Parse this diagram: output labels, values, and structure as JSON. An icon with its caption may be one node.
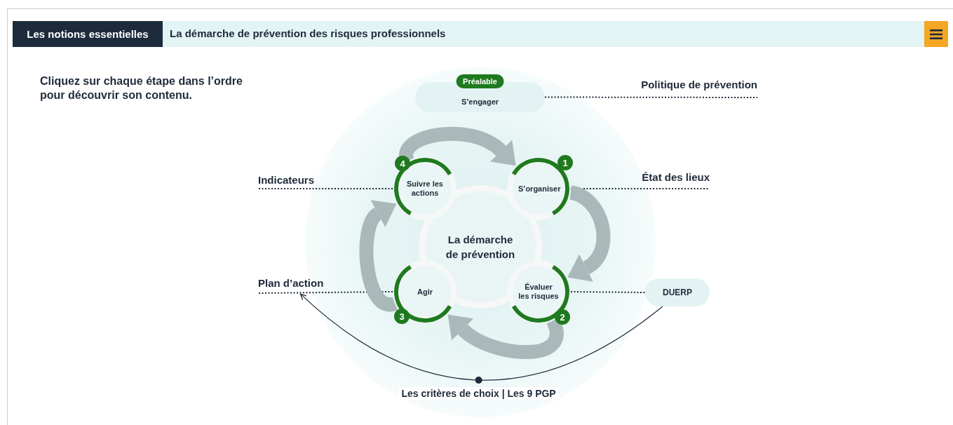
{
  "diagram": {
    "title": "La démarche de prévention des risques professionnels",
    "nodes": [
      {
        "text": [
          "Préalable",
          "S’engager"
        ]
      },
      {
        "text": [
          "Politique de prévention"
        ]
      },
      {
        "text": [
          "La démarche de prévention"
        ]
      },
      {
        "text": [
          "S’organiser"
        ],
        "beside": [
          "1"
        ]
      },
      {
        "text": [
          "Évaluer les risques"
        ],
        "beside": [
          "2"
        ]
      },
      {
        "text": [
          "Agir"
        ],
        "beside": [
          "3"
        ]
      },
      {
        "text": [
          "Suivre les actions"
        ],
        "beside": [
          "4"
        ]
      },
      {
        "text": [
          "État des lieux"
        ]
      },
      {
        "text": [
          "Indicateurs"
        ]
      },
      {
        "text": [
          "Plan d’action"
        ]
      },
      {
        "text": [
          "DUERP"
        ]
      }
    ],
    "edges": [
      {
        "from": 0,
        "to": 1,
        "arrow": "none",
        "style": "dashed"
      },
      {
        "from": 3,
        "to": 7,
        "arrow": "none",
        "style": "dashed"
      },
      {
        "from": 6,
        "to": 8,
        "arrow": "none",
        "style": "dashed"
      },
      {
        "from": 5,
        "to": 9,
        "arrow": "none",
        "style": "dashed"
      },
      {
        "from": 4,
        "to": 10,
        "arrow": "none",
        "style": "dashed"
      },
      {
        "from": 10,
        "to": 9,
        "arrow": "to",
        "label": "Les critères de choix | Les 9 PGP"
      },
      {
        "from": 6,
        "to": 3,
        "arrow": "to",
        "style": "thick",
        "color": "#a9b9b9"
      },
      {
        "from": 3,
        "to": 4,
        "arrow": "to",
        "style": "thick",
        "color": "#a9b9b9"
      },
      {
        "from": 4,
        "to": 5,
        "arrow": "to",
        "style": "thick",
        "color": "#a9b9b9"
      },
      {
        "from": 5,
        "to": 6,
        "arrow": "to",
        "style": "thick",
        "color": "#a9b9b9"
      }
    ],
    "labels": [
      "Les notions essentielles",
      "Cliquez sur chaque étape dans l’ordre pour découvrir son contenu."
    ]
  }
}
